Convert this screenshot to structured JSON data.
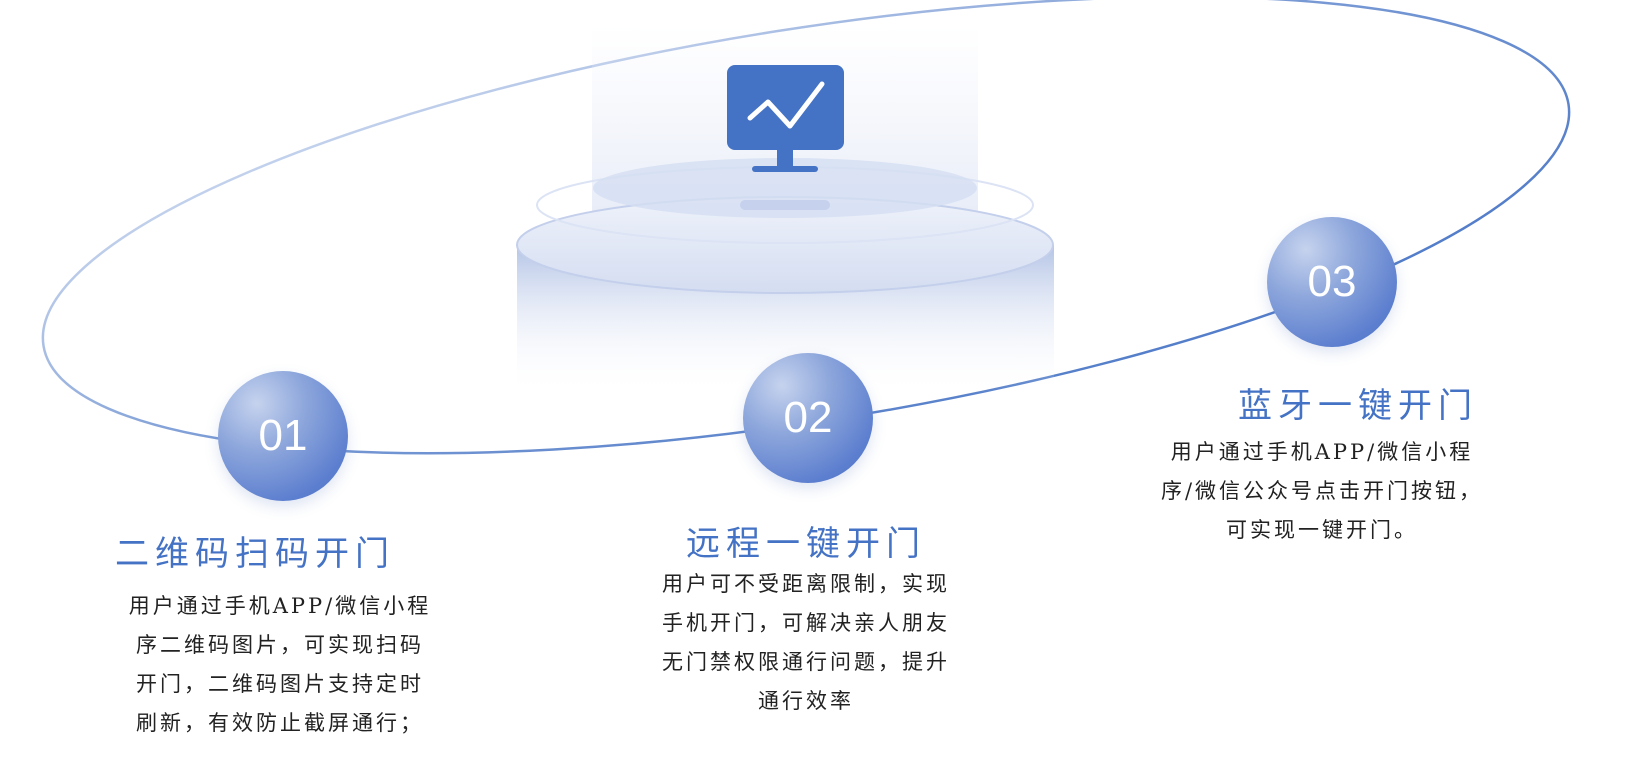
{
  "steps": [
    {
      "number": "01",
      "title": "二维码扫码开门",
      "lines": [
        "用户通过手机APP/微信小程",
        "序二维码图片，可实现扫码",
        "开门，二维码图片支持定时",
        "刷新，有效防止截屏通行；"
      ]
    },
    {
      "number": "02",
      "title": "远程一键开门",
      "lines": [
        "用户可不受距离限制，实现",
        "手机开门，可解决亲人朋友",
        "无门禁权限通行问题，提升",
        "通行效率"
      ]
    },
    {
      "number": "03",
      "title": "蓝牙一键开门",
      "lines": [
        "用户通过手机APP/微信小程",
        "序/微信公众号点击开门按钮，",
        "可实现一键开门。"
      ]
    }
  ],
  "colors": {
    "accent": "#4472c4"
  },
  "icon": "monitor-trend-icon"
}
